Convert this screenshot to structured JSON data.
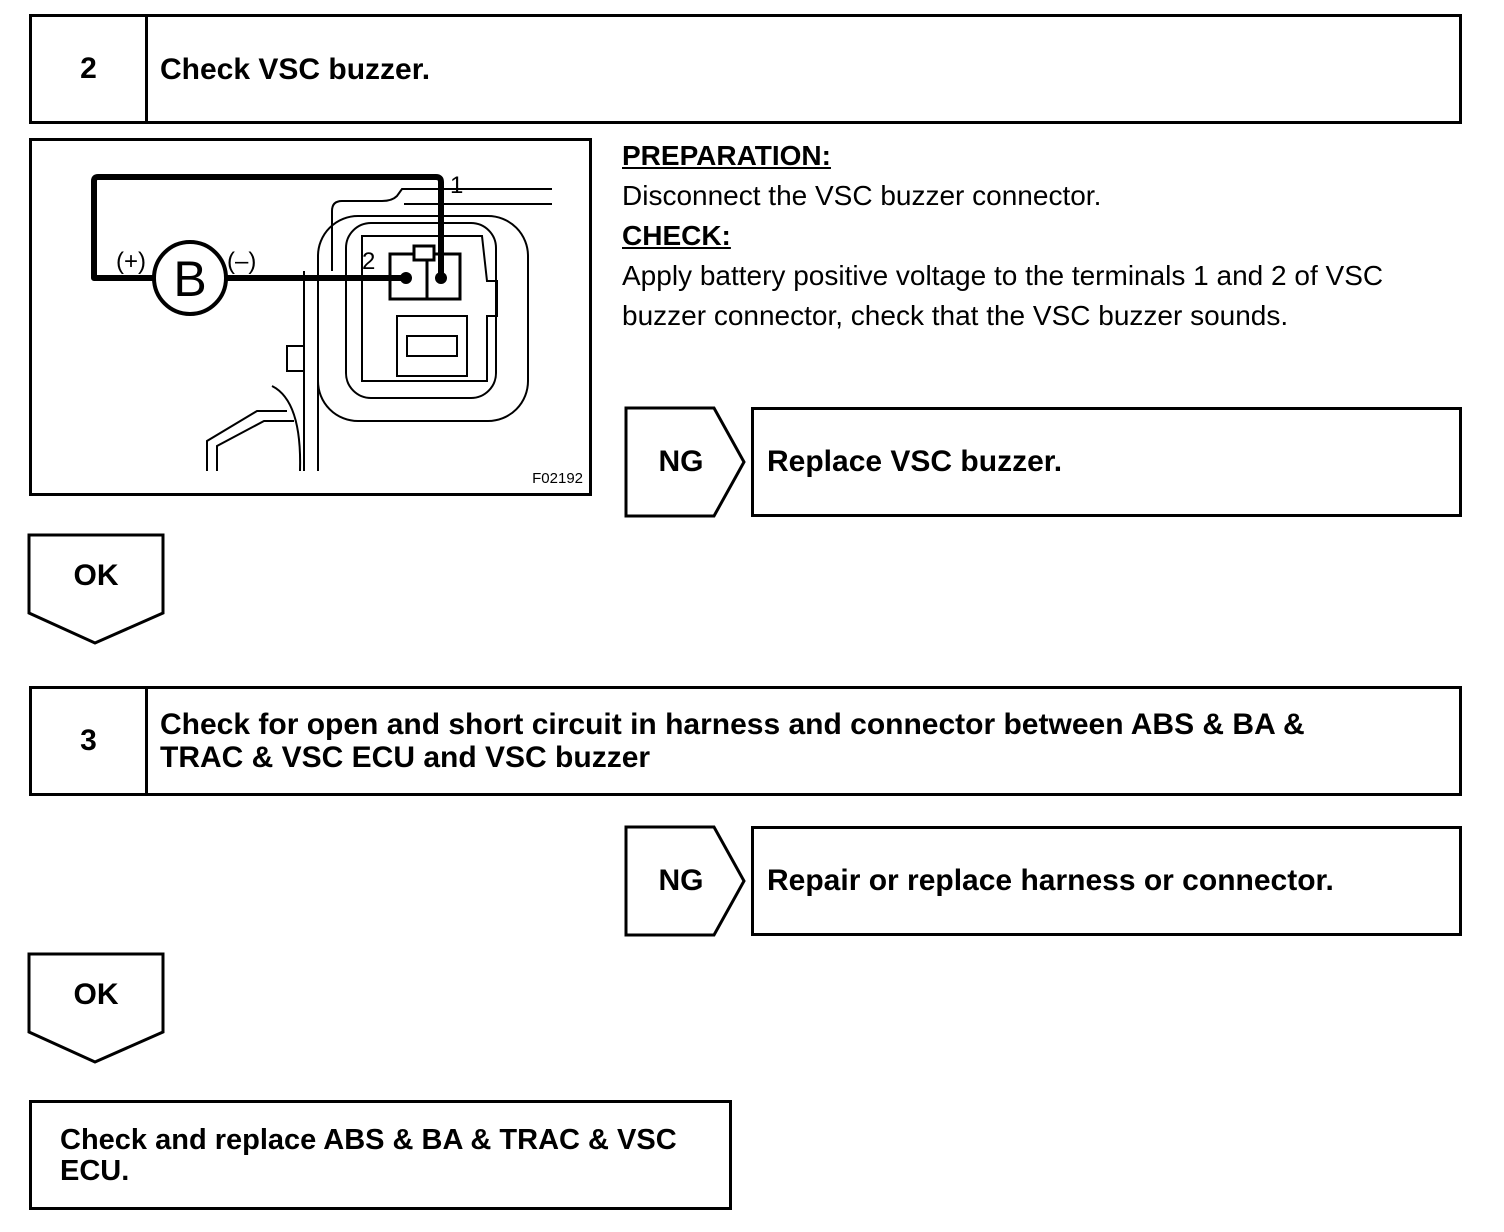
{
  "step2": {
    "number": "2",
    "title": "Check VSC buzzer."
  },
  "figure": {
    "id": "F02192",
    "battery_label": "B",
    "plus_label": "(+)",
    "minus_label": "(–)",
    "terminal_1": "1",
    "terminal_2": "2"
  },
  "instructions": {
    "prep_heading": "PREPARATION:",
    "prep_text": "Disconnect the VSC buzzer connector.",
    "check_heading": "CHECK:",
    "check_text_line1": "Apply battery positive voltage to the terminals 1 and 2 of VSC",
    "check_text_line2": "buzzer connector, check that the VSC buzzer sounds."
  },
  "ng1": {
    "tag": "NG",
    "action": "Replace VSC buzzer."
  },
  "ok1": {
    "tag": "OK"
  },
  "step3": {
    "number": "3",
    "title_line1": "Check for open and short circuit in harness and connector between ABS & BA &",
    "title_line2": "TRAC & VSC ECU and VSC buzzer"
  },
  "ng2": {
    "tag": "NG",
    "action": "Repair or replace harness or connector."
  },
  "ok2": {
    "tag": "OK"
  },
  "final": {
    "line1": "Check and replace ABS & BA & TRAC & VSC",
    "line2": "ECU."
  }
}
